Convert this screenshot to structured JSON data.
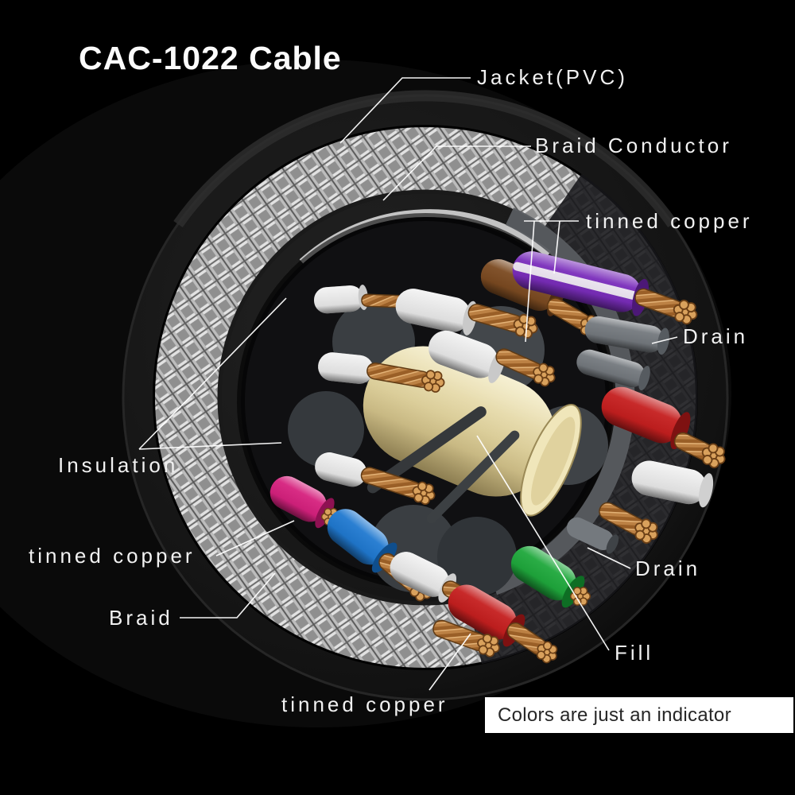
{
  "title": "CAC-1022 Cable",
  "labels": {
    "jacket_pvc": "Jacket(PVC)",
    "braid_conductor": "Braid Conductor",
    "tinned_copper_top": "tinned copper",
    "drain_right": "Drain",
    "insulation": "Insulation",
    "tinned_copper_left": "tinned copper",
    "braid": "Braid",
    "drain_lower": "Drain",
    "fill": "Fill",
    "tinned_copper_bottom": "tinned copper"
  },
  "note": "Colors are just an indicator",
  "colors": {
    "background": "#000000",
    "label_text": "#f1f1f1",
    "leader_line": "#ffffff",
    "note_background": "#ffffff",
    "note_text": "#262626",
    "jacket": "#141414",
    "braid_silver": "#b9b9b9",
    "foil_gray": "#585c60",
    "fill_cream": "#ddcf9a",
    "copper": "#bc8144",
    "wire_white": "#e9e9e9",
    "wire_gray": "#74797e",
    "wire_purple": "#7a2dbb",
    "wire_brown": "#7b4a21",
    "wire_red": "#c51f1f",
    "wire_pink": "#d6217e",
    "wire_blue": "#2079d0",
    "wire_green": "#1fa83c"
  }
}
